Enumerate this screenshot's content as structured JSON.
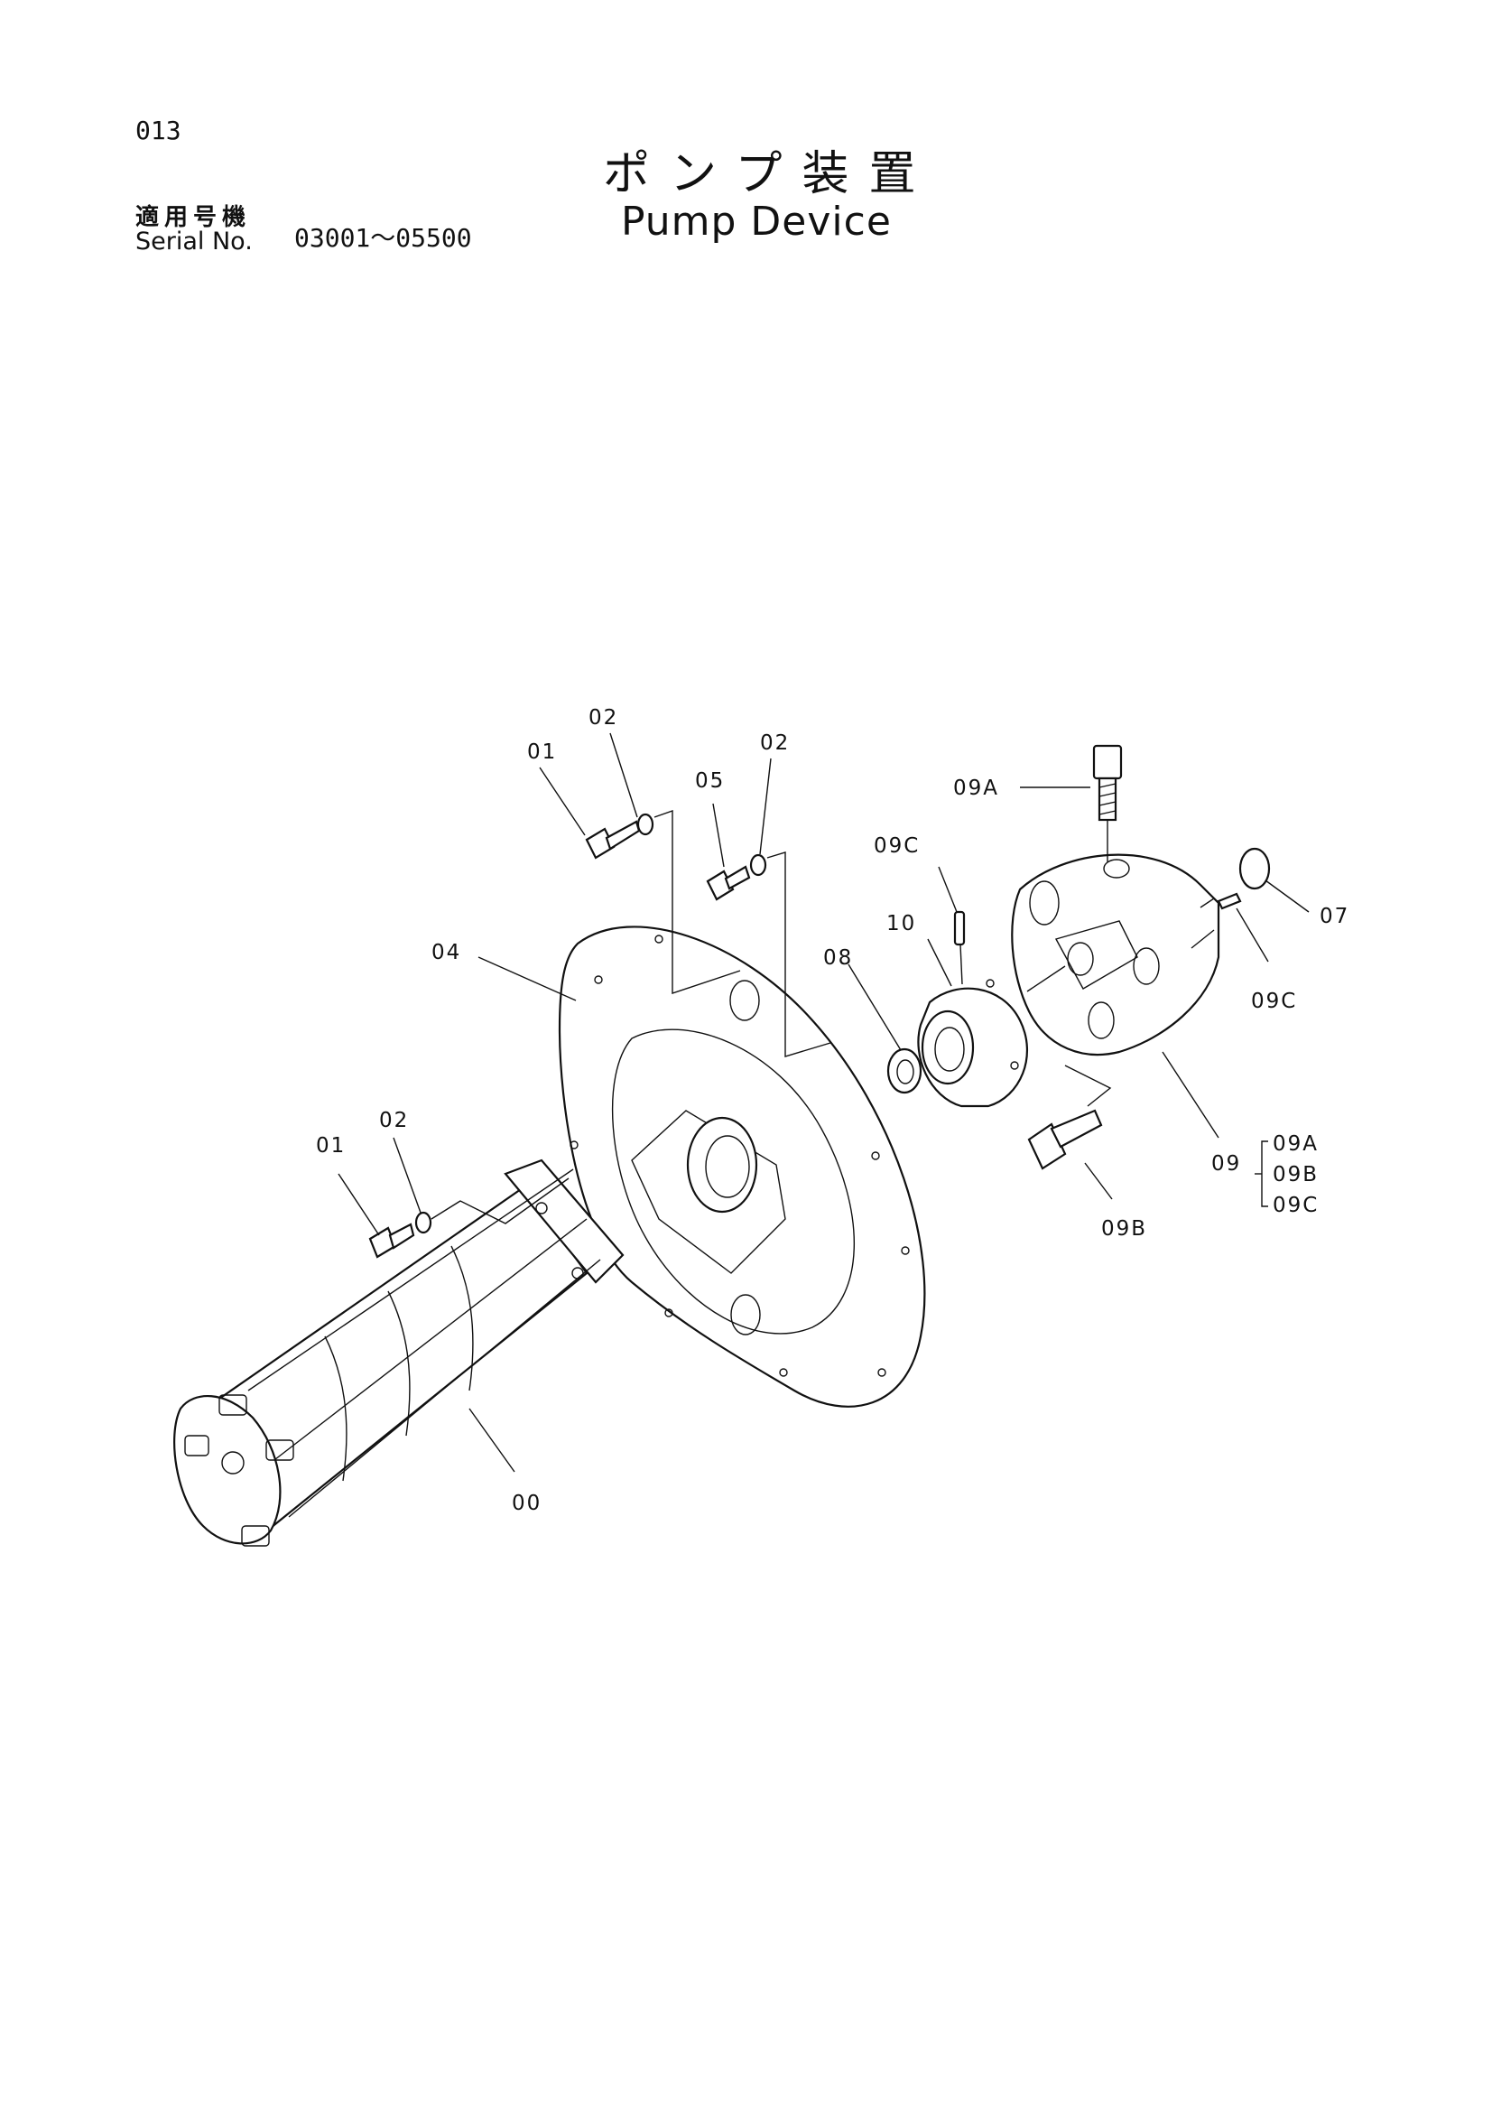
{
  "header": {
    "page_no": "013",
    "title_jp": "ポンプ装置",
    "title_en": "Pump Device",
    "serial_label_jp": "適用号機",
    "serial_label_en": "Serial No.",
    "serial_range": "03001～05500"
  },
  "callouts": {
    "c00": "00",
    "c01_top": "01",
    "c01_left": "01",
    "c02_top": "02",
    "c02_mid": "02",
    "c02_left": "02",
    "c04": "04",
    "c05": "05",
    "c07": "07",
    "c08": "08",
    "c09": "09",
    "c09a": "09A",
    "c09b": "09B",
    "c09c_top": "09C",
    "c09c_right": "09C",
    "c10": "10",
    "legend_09a": "09A",
    "legend_09b": "09B",
    "legend_09c": "09C"
  }
}
